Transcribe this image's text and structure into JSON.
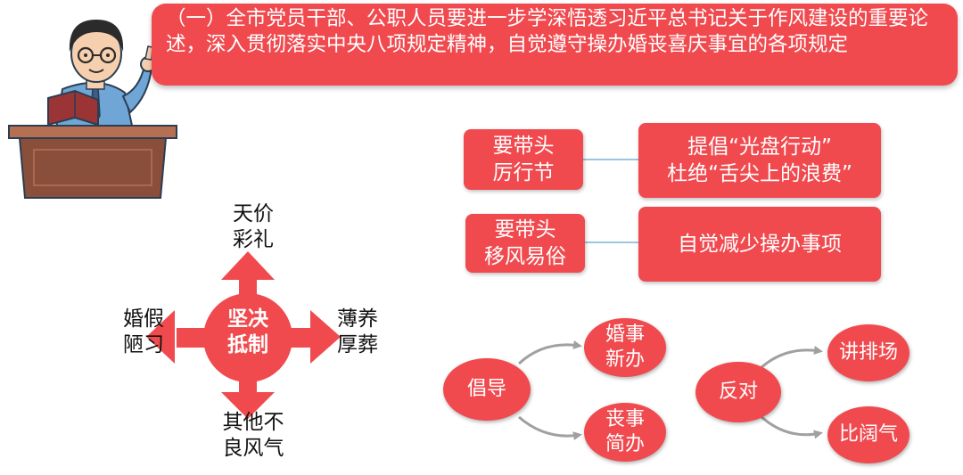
{
  "banner": {
    "text": "（一）全市党员干部、公职人员要进一步学深悟透习近平总书记关于作风建设的重要论述，深入贯彻落实中央八项规定精神，自觉遵守操办婚丧喜庆事宜的各项规定"
  },
  "cross": {
    "center": [
      "坚决",
      "抵制"
    ],
    "top": [
      "天价",
      "彩礼"
    ],
    "left": [
      "婚假",
      "陋习"
    ],
    "right": [
      "薄养",
      "厚葬"
    ],
    "bottom": [
      "其他不",
      "良风气"
    ]
  },
  "lead": [
    {
      "label": [
        "要带头",
        "厉行节"
      ],
      "detail": [
        "提倡“光盘行动”",
        "杜绝“舌尖上的浪费”"
      ]
    },
    {
      "label": [
        "要带头",
        "移风易俗"
      ],
      "detail": [
        "自觉减少操办事项"
      ]
    }
  ],
  "advocate": {
    "center": "倡导",
    "top": [
      "婚事",
      "新办"
    ],
    "bottom": [
      "丧事",
      "简办"
    ]
  },
  "oppose": {
    "center": "反对",
    "top": "讲排场",
    "bottom": "比阔气"
  },
  "colors": {
    "accent": "#f04a4f",
    "connector": "#a0a0a0",
    "podium_top": "#b57053",
    "podium_body": "#8a4f3a"
  }
}
